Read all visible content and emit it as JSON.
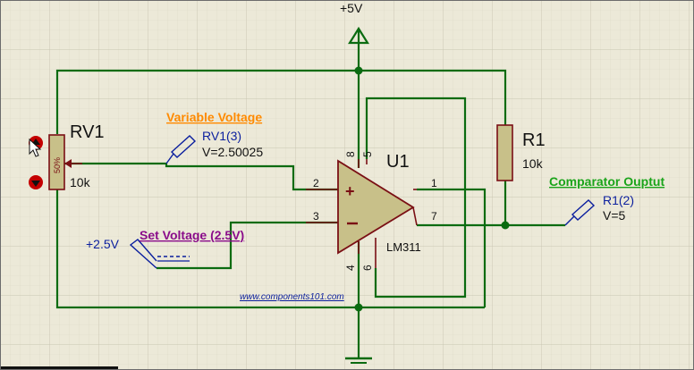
{
  "colors": {
    "background": "#ece9d8",
    "grid_fine": "#dcd9c6",
    "grid_major": "#c9c6b2",
    "wire": "#0a6b10",
    "component_stroke": "#7a0f14",
    "component_fill": "#c8c089",
    "label_dark": "#111111",
    "probe_blue": "#0b1f9e",
    "orange_label": "#ff8a00",
    "purple_label": "#8a0c8a",
    "green_label": "#1aa41a",
    "interactive_red": "#c40000"
  },
  "power": {
    "label": "+5V",
    "icon": "power-arrow-icon"
  },
  "ground": {
    "icon": "ground-icon"
  },
  "rv1": {
    "ref": "RV1",
    "value": "10k",
    "wiper": "50%",
    "controls": [
      "up-arrow-icon",
      "down-arrow-icon"
    ]
  },
  "r1": {
    "ref": "R1",
    "value": "10k"
  },
  "u1": {
    "ref": "U1",
    "part": "LM311",
    "pins": [
      "8",
      "5",
      "2",
      "3",
      "1",
      "7",
      "4",
      "6"
    ]
  },
  "labels": {
    "variable_voltage": "Variable Voltage",
    "set_voltage": "Set Voltage (2.5V)",
    "comparator_output": "Comparator Ouptut"
  },
  "probes": {
    "rv1_probe": {
      "name": "RV1(3)",
      "value": "V=2.50025"
    },
    "r1_probe": {
      "name": "R1(2)",
      "value": "V=5"
    },
    "set_probe": {
      "name": "+2.5V"
    }
  },
  "watermark": "www.components101.com"
}
